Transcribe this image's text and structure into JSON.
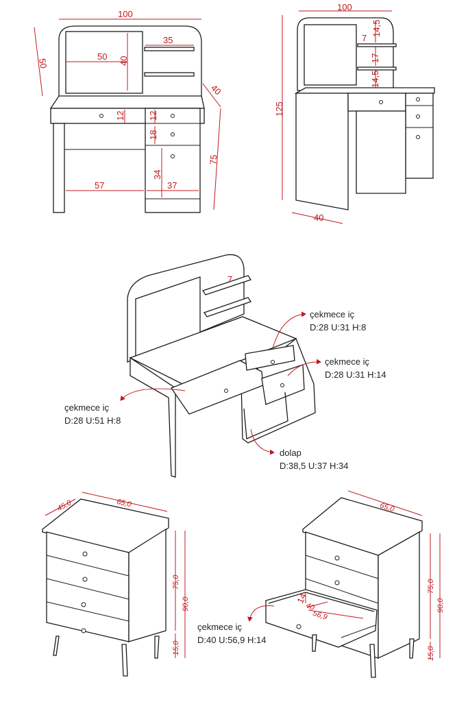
{
  "colors": {
    "line": "#1a1a1a",
    "dimension": "#c0181e",
    "note": "#222222",
    "background": "#ffffff"
  },
  "front_view": {
    "width": "100",
    "mirror_width": "50",
    "mirror_height": "40",
    "shelf_width": "35",
    "depth": "40",
    "drawer_height_small": "12",
    "drawer_height_small_right": "12",
    "drawer_height_mid": "18",
    "cabinet_height": "34",
    "leg_space_width": "57",
    "cabinet_width": "37",
    "desk_height": "75",
    "overall_height_side": "50"
  },
  "side_view": {
    "width": "100",
    "shelf_gap_top": "14,5",
    "shelf_depth": "7",
    "shelf_gap_mid": "17",
    "shelf_gap_bottom": "14,5",
    "total_height": "125",
    "depth": "40"
  },
  "perspective_notes": {
    "drawer_top": {
      "label": "çekmece iç",
      "dims": "D:28 U:31 H:8"
    },
    "drawer_mid": {
      "label": "çekmece iç",
      "dims": "D:28 U:31 H:14"
    },
    "drawer_wide": {
      "label": "çekmece iç",
      "dims": "D:28 U:51 H:8"
    },
    "cabinet": {
      "label": "dolap",
      "dims": "D:38,5 U:37 H:34"
    },
    "shelf_tag": "7"
  },
  "dresser_left": {
    "depth": "45,0",
    "width": "65,0",
    "body_height": "75,0",
    "total_height": "90,0",
    "leg_height": "15,0"
  },
  "dresser_right": {
    "width": "65,0",
    "body_height": "75,0",
    "total_height": "90,0",
    "leg_height": "15,0",
    "inner_height": "14",
    "inner_depth": "40",
    "inner_width": "56,9",
    "note": {
      "label": "çekmece iç",
      "dims": "D:40 U:56,9 H:14"
    }
  }
}
